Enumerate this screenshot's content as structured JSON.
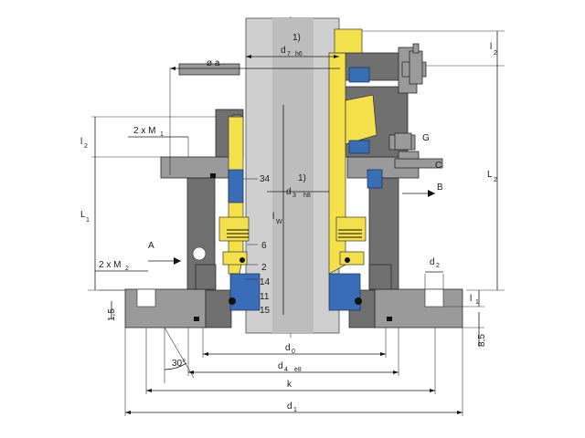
{
  "labels": {
    "d7": "d",
    "d7_sub": "7",
    "d7_tol": "h6",
    "d7_note": "1)",
    "d3": "d",
    "d3_sub": "3",
    "d3_tol": "h8",
    "d3_note": "1)",
    "oa": "ø a",
    "l2_top": "l",
    "l2_top_sub": "2",
    "L2": "L",
    "L2_sub": "2",
    "l2_left": "l",
    "l2_left_sub": "2",
    "L1": "L",
    "L1_sub": "1",
    "M1": "2 x M",
    "M1_sub": "1",
    "M2": "2 x M",
    "M2_sub": "2",
    "lw": "l",
    "lw_sub": "W",
    "A": "A",
    "B": "B",
    "C": "C",
    "G": "G",
    "p34": "34",
    "p6": "6",
    "p2": "2",
    "p14": "14",
    "p11": "11",
    "p15": "15",
    "d2": "d",
    "d2_sub": "2",
    "l1": "l",
    "l1_sub": "1",
    "v15": "1,5",
    "v85": "8,5",
    "angle": "30°",
    "d0": "d",
    "d0_sub": "0",
    "d4": "d",
    "d4_sub": "4",
    "d4_tol": "e8",
    "k": "k",
    "d1": "d",
    "d1_sub": "1"
  },
  "colors": {
    "housing": "#707070",
    "shaft": "#cfcfcf",
    "yellow_parts": "#f3e04a",
    "blue_parts": "#3a6db7"
  }
}
